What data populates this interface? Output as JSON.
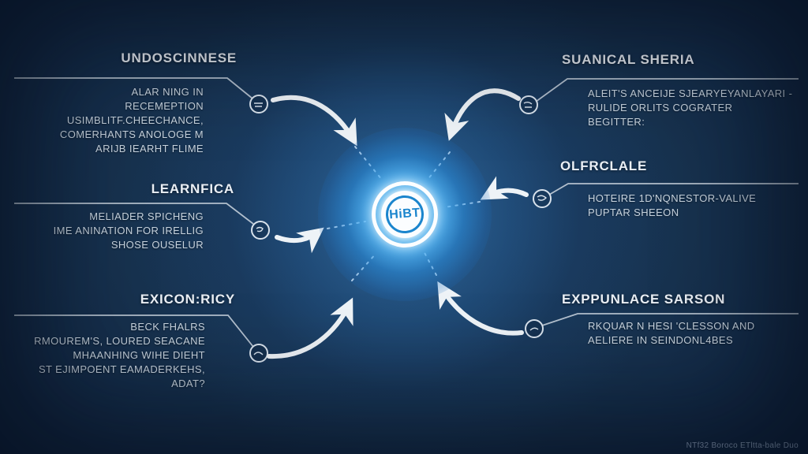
{
  "diagram": {
    "center": {
      "logo_text": "HiBT"
    },
    "blocks": {
      "top_left": {
        "title": "UNDOSCINNESE",
        "body": "ALAR NING IN\nRECEMEPTION\nUSIMBLITF.CHEECHANCE,\nCOMERHANTS ANOLOGE M\nARIJB IEARHT FLIME"
      },
      "mid_left": {
        "title": "LEARNFICA",
        "body": "MELIADER SPICHENG\nIME ANINATION FOR IRELLIG\nSHOSE OUSELUR"
      },
      "bottom_left": {
        "title": "EXICON:RICY",
        "body": "BECK FHALRS\nRMOUREM'S, LOURED SEACANE\nMHAANHING WIHE DIEHT\nST EJIMPOENT EAMADERKEHS,\nADAT?"
      },
      "top_right": {
        "title": "SUANICAL SHERIA",
        "body": "ALEIT'S ANCEIJE SJEARYEYANLAYARI -\nRULIDE ORLITS COGRATER\nBEGITTER:"
      },
      "mid_right": {
        "title": "OLFRCLALE",
        "body": "HOTEIRE 1D'NQNESTOR-VALIVE\nPUPTAR SHEEON"
      },
      "bottom_right": {
        "title": "EXPPUNLACE SARSON",
        "body": "RKQUAR N HESI 'CLESSON AND\nAELIERE IN SEINDONL4BES"
      }
    },
    "watermark": "NTf32 Boroco ETltta-bale Duo",
    "colors": {
      "background_navy": "#142e4d",
      "glow_blue": "#2f9bea",
      "logo_blue": "#1b85cd",
      "title_text": "#eaeff5",
      "body_text": "#c7d3de",
      "line": "#c3ced9",
      "arrow": "#eef3f7"
    }
  }
}
